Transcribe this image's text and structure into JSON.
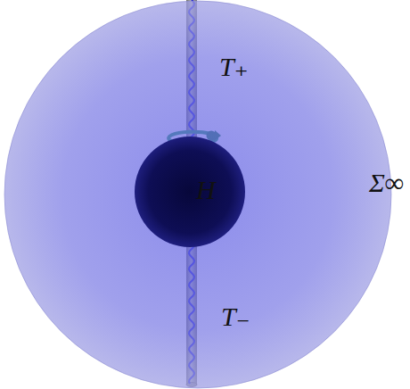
{
  "diagram": {
    "nodes": [
      {
        "text": [
          "Σ∞"
        ]
      },
      {
        "text": [
          "H"
        ],
        "in": 0
      }
    ],
    "labels": [
      "T₊",
      "T₋"
    ]
  }
}
